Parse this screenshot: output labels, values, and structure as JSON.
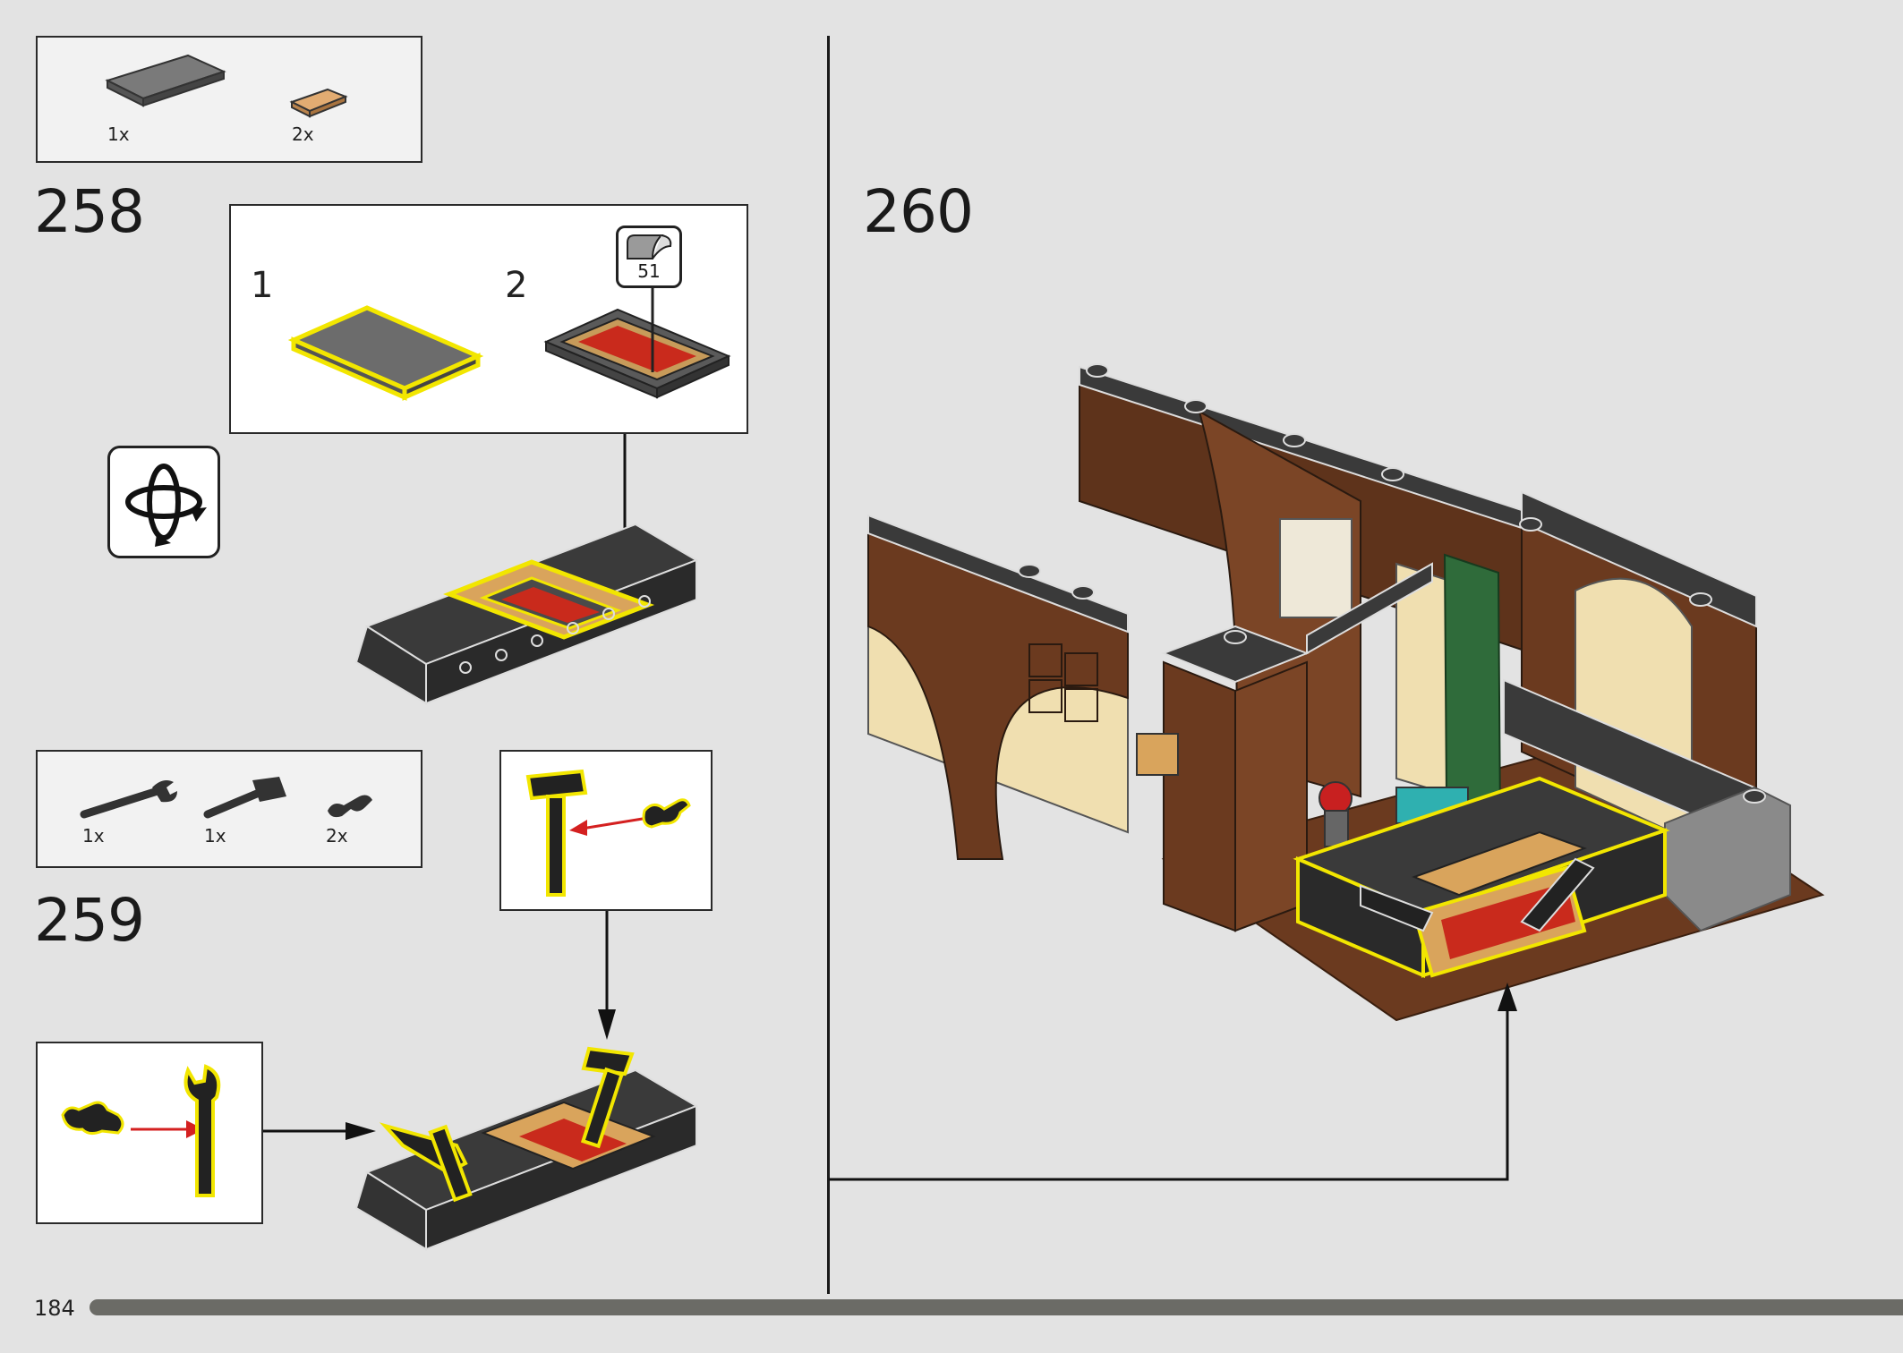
{
  "page": {
    "number": "184"
  },
  "step258": {
    "number": "258",
    "parts": [
      {
        "qty": "1x",
        "color": "#6e6e6e"
      },
      {
        "qty": "2x",
        "color": "#d9a36a"
      }
    ],
    "substeps": [
      {
        "label": "1"
      },
      {
        "label": "2"
      }
    ],
    "sticker": {
      "number": "51"
    },
    "icon": "rotate-model-icon"
  },
  "step259": {
    "number": "259",
    "parts": [
      {
        "qty": "1x"
      },
      {
        "qty": "1x"
      },
      {
        "qty": "2x"
      }
    ]
  },
  "step260": {
    "number": "260"
  },
  "colors": {
    "highlight": "#f2e600",
    "arrow_red": "#d42020",
    "brick_brown": "#6b3a1f",
    "brick_tan": "#f0dfb0",
    "dark_grey": "#3a3a3a"
  }
}
